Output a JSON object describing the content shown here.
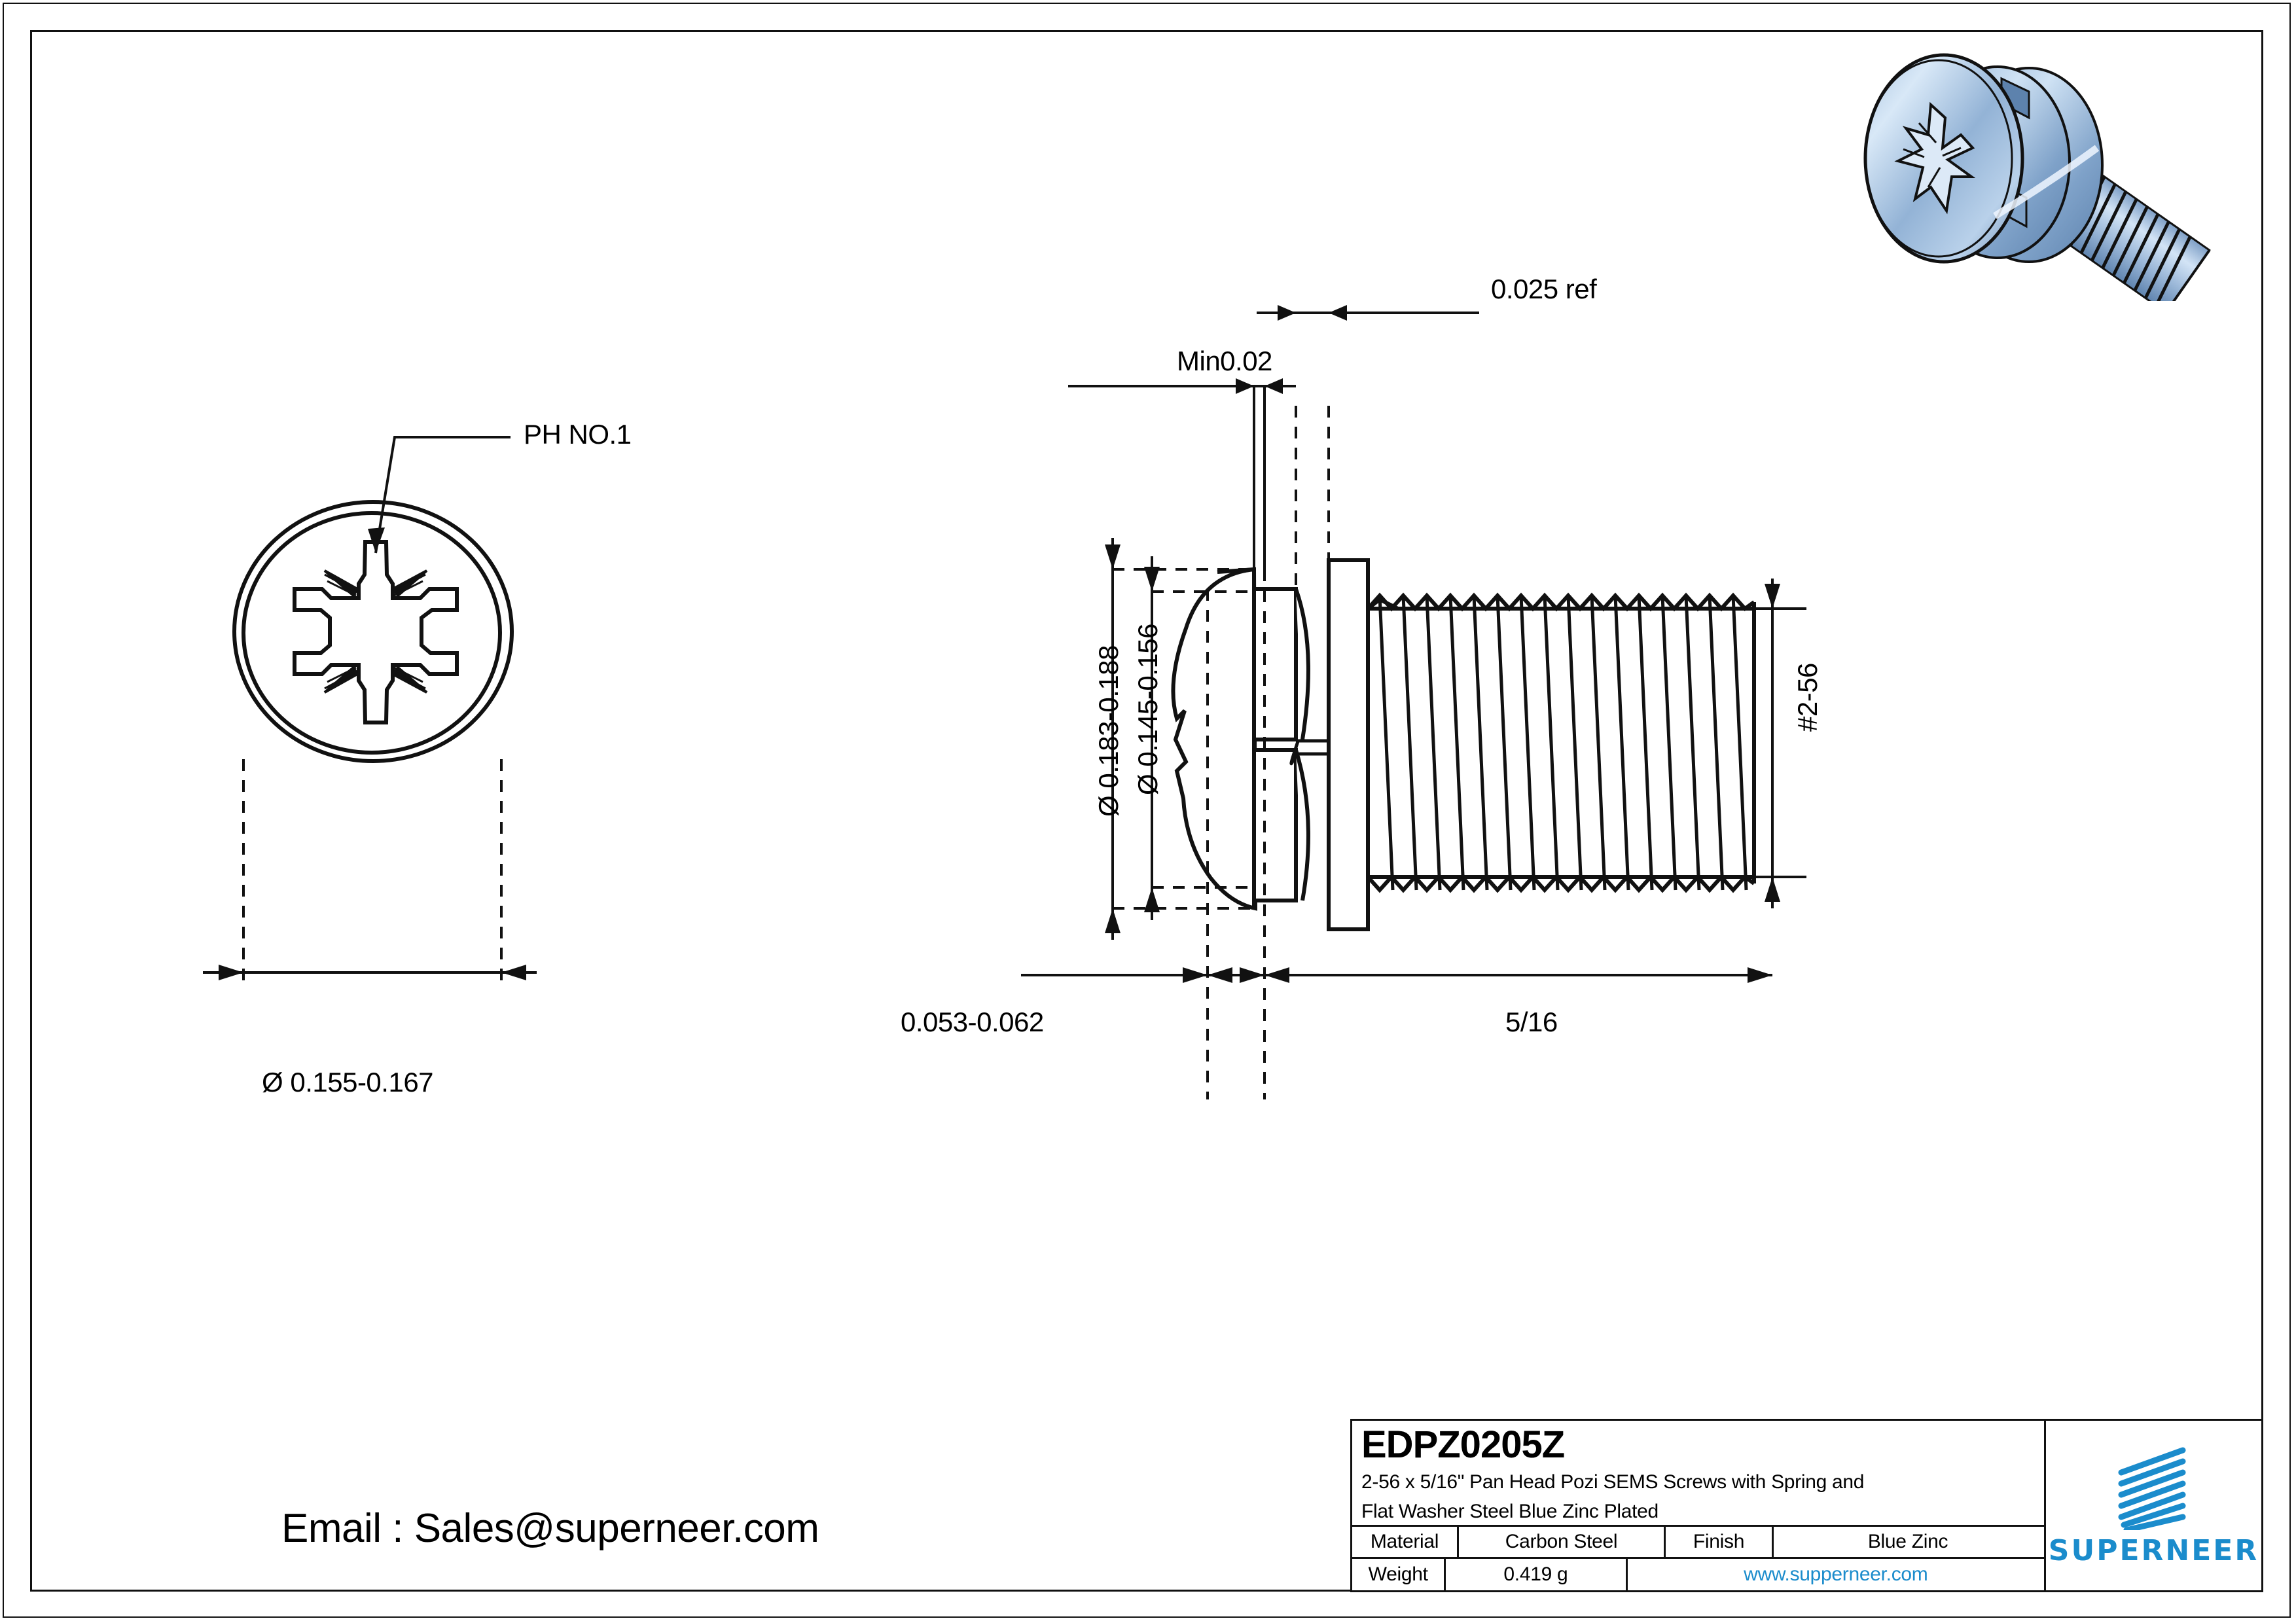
{
  "drawing": {
    "type": "engineering-drawing",
    "sheet_border": true
  },
  "views": {
    "top_view": {
      "name": "head-top-view",
      "callout": "PH NO.1",
      "diameter_dimension": "Ø 0.155-0.167",
      "drive_type": "pozidriv-cross-recess"
    },
    "side_view": {
      "name": "side-section-view",
      "dimensions": {
        "head_height_ref": "0.025 ref",
        "min_thickness": "Min0.02",
        "washer_od": "Ø 0.183-0.188",
        "head_od": "Ø 0.145-0.156",
        "head_thickness": "0.053-0.062",
        "thread_length": "5/16",
        "thread_spec": "#2-56"
      }
    }
  },
  "title_block": {
    "part_number": "EDPZ0205Z",
    "description_line1": "2-56 x 5/16\" Pan Head Pozi SEMS Screws with Spring and",
    "description_line2": "Flat Washer Steel Blue Zinc Plated",
    "material_label": "Material",
    "material_value": "Carbon Steel",
    "finish_label": "Finish",
    "finish_value": "Blue Zinc",
    "weight_label": "Weight",
    "weight_value": "0.419 g",
    "website": "www.supperneer.com",
    "brand": "SUPERNEER"
  },
  "footer": {
    "email": "Email : Sales@superneer.com"
  },
  "colors": {
    "brand_blue": "#1b8ccc",
    "line": "#111111",
    "render_blue_light": "#cfe0f2",
    "render_blue_mid": "#8fb0d4",
    "render_blue_dark": "#5d82ad"
  },
  "render_3d": {
    "name": "screw-3d-render",
    "description": "blue zinc plated pan head pozi SEMS screw with spring and flat washer"
  }
}
